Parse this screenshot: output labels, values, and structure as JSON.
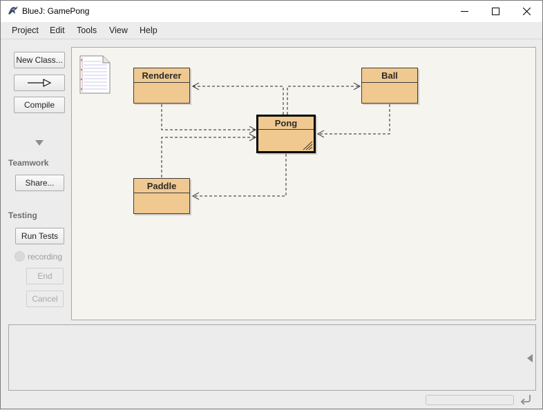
{
  "window": {
    "title": "BlueJ:  GamePong",
    "app_icon": "bluej-bird-icon",
    "controls": [
      "minimize-icon",
      "maximize-icon",
      "close-icon"
    ]
  },
  "menu": [
    "Project",
    "Edit",
    "Tools",
    "View",
    "Help"
  ],
  "toolbar": {
    "new_class": "New Class...",
    "arrow_icon": "inheritance-arrow-icon",
    "compile": "Compile"
  },
  "teamwork": {
    "label": "Teamwork",
    "share": "Share..."
  },
  "testing": {
    "label": "Testing",
    "run_tests": "Run Tests",
    "recording": "recording",
    "end": "End",
    "cancel": "Cancel"
  },
  "diagram": {
    "readme_icon": "readme-document-icon",
    "classes": [
      {
        "name": "Renderer",
        "selected": false
      },
      {
        "name": "Ball",
        "selected": false
      },
      {
        "name": "Pong",
        "selected": true
      },
      {
        "name": "Paddle",
        "selected": false
      }
    ],
    "dependencies": [
      {
        "from": "Pong",
        "to": "Renderer"
      },
      {
        "from": "Pong",
        "to": "Ball"
      },
      {
        "from": "Renderer",
        "to": "Pong"
      },
      {
        "from": "Ball",
        "to": "Pong"
      },
      {
        "from": "Paddle",
        "to": "Pong"
      },
      {
        "from": "Pong",
        "to": "Paddle"
      }
    ]
  },
  "colors": {
    "class_fill": "#f0c991",
    "canvas_bg": "#f5f4ef"
  }
}
